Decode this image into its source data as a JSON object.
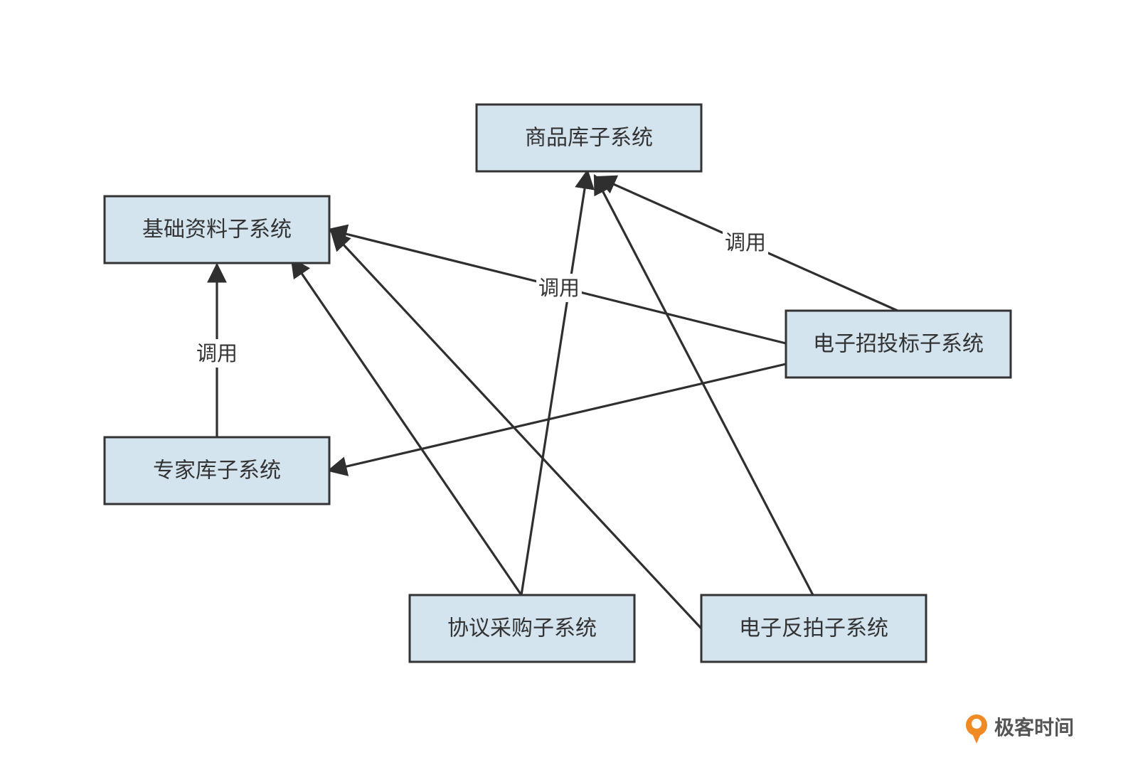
{
  "colors": {
    "box_fill": "#d4e4ef",
    "box_border": "#333333",
    "edge": "#2f2f2f",
    "text": "#333333",
    "logo_orange": "#f08a24",
    "logo_text": "#555555"
  },
  "nodes": [
    {
      "id": "goods",
      "label": "商品库子系统"
    },
    {
      "id": "basic",
      "label": "基础资料子系统"
    },
    {
      "id": "tender",
      "label": "电子招投标子系统"
    },
    {
      "id": "expert",
      "label": "专家库子系统"
    },
    {
      "id": "agreement",
      "label": "协议采购子系统"
    },
    {
      "id": "auction",
      "label": "电子反拍子系统"
    }
  ],
  "edges": [
    {
      "from": "expert",
      "to": "basic",
      "label": "调用"
    },
    {
      "from": "tender",
      "to": "basic",
      "label": "调用"
    },
    {
      "from": "tender",
      "to": "goods",
      "label": "调用"
    },
    {
      "from": "tender",
      "to": "expert",
      "label": ""
    },
    {
      "from": "agreement",
      "to": "basic",
      "label": ""
    },
    {
      "from": "agreement",
      "to": "goods",
      "label": ""
    },
    {
      "from": "auction",
      "to": "basic",
      "label": ""
    },
    {
      "from": "auction",
      "to": "goods",
      "label": ""
    }
  ],
  "watermark": {
    "text": "极客时间",
    "icon": "geektime-logo-icon"
  }
}
